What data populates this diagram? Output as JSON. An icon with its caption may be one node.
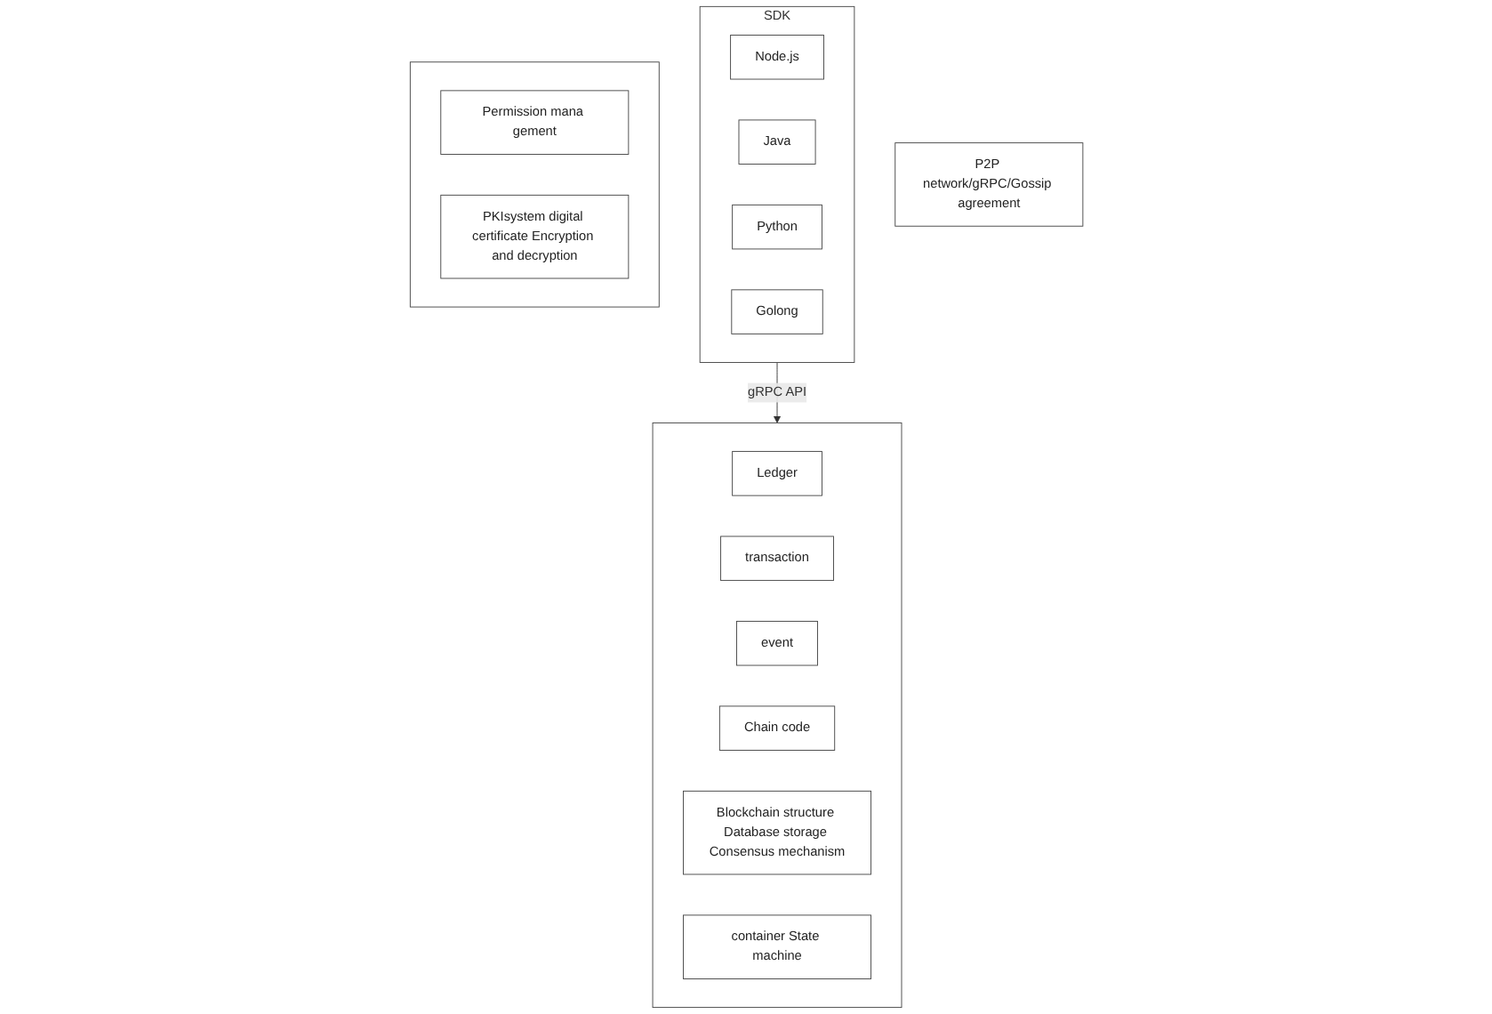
{
  "diagram": {
    "nodes": [
      {
        "text": [
          "SDK"
        ]
      },
      {
        "text": [
          "Node.js"
        ],
        "in": 0
      },
      {
        "text": [
          "Java"
        ],
        "in": 0
      },
      {
        "text": [
          "Python"
        ],
        "in": 0
      },
      {
        "text": [
          "Golong"
        ],
        "in": 0
      },
      {
        "text": [],
        "shape": "box"
      },
      {
        "text": [
          "Ledger"
        ],
        "in": 5
      },
      {
        "text": [
          "transaction"
        ],
        "in": 5
      },
      {
        "text": [
          "event"
        ],
        "in": 5
      },
      {
        "text": [
          "Chain code"
        ],
        "in": 5
      },
      {
        "text": [
          "Blockchain structure Database storage Consensus mechanism"
        ],
        "in": 5
      },
      {
        "text": [
          "container State machine"
        ],
        "in": 5
      },
      {
        "text": [],
        "shape": "box"
      },
      {
        "text": [
          "Permission mana gement"
        ],
        "in": 12
      },
      {
        "text": [
          "PKIsystem digital certificate Encryption and decryption"
        ],
        "in": 12
      },
      {
        "text": [
          "P2P network/gRPC/Gossip agreement"
        ]
      }
    ],
    "edges": [
      {
        "from": 0,
        "to": 5,
        "arrow": "to",
        "label": "gRPC API"
      }
    ]
  }
}
